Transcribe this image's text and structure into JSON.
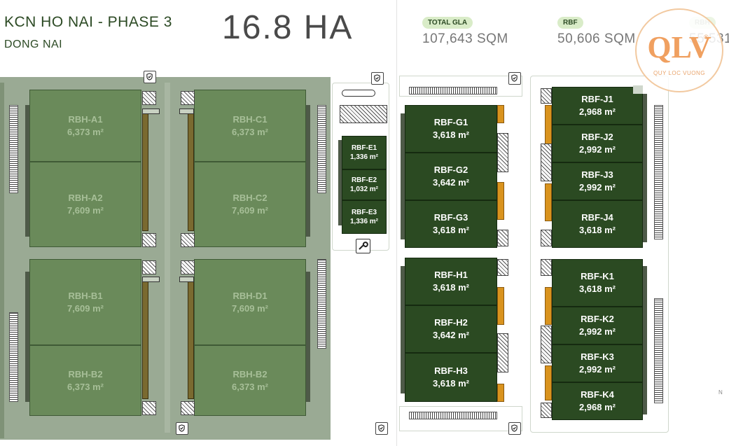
{
  "header": {
    "title": "KCN HO NAI - PHASE 3",
    "subtitle": "DONG NAI",
    "area": "16.8 HA"
  },
  "stats": [
    {
      "badge": "TOTAL GLA",
      "value": "107,643 SQM"
    },
    {
      "badge": "RBF",
      "value": "50,606 SQM"
    },
    {
      "badge": "RBH",
      "value": "55,531"
    }
  ],
  "logo": {
    "text": "QLV",
    "sub": "QUY LOC VUONG",
    "reg": "®"
  },
  "compass": "N",
  "colors": {
    "rbh": "#6a8a5a",
    "rbf": "#2b4a22",
    "accent_orange": "#d9931e",
    "olive": "#7a6a30",
    "site": "#9aaa94"
  },
  "icons": {
    "security": "shield-icon",
    "maintenance": "wrench-icon"
  },
  "rbh_units": [
    {
      "name": "RBH-A1",
      "area": "6,373 m²"
    },
    {
      "name": "RBH-A2",
      "area": "7,609 m²"
    },
    {
      "name": "RBH-C1",
      "area": "6,373 m²"
    },
    {
      "name": "RBH-C2",
      "area": "7,609 m²"
    },
    {
      "name": "RBH-B1",
      "area": "7,609 m²"
    },
    {
      "name": "RBH-B2",
      "area": "6,373 m²"
    },
    {
      "name": "RBH-D1",
      "area": "7,609 m²"
    },
    {
      "name": "RBH-B2",
      "area": "6,373 m²"
    }
  ],
  "rbf_e_units": [
    {
      "name": "RBF-E1",
      "area": "1,336 m²"
    },
    {
      "name": "RBF-E2",
      "area": "1,032 m²"
    },
    {
      "name": "RBF-E3",
      "area": "1,336 m²"
    }
  ],
  "rbf_units": [
    {
      "name": "RBF-G1",
      "area": "3,618 m²"
    },
    {
      "name": "RBF-G2",
      "area": "3,642 m²"
    },
    {
      "name": "RBF-G3",
      "area": "3,618 m²"
    },
    {
      "name": "RBF-H1",
      "area": "3,618 m²"
    },
    {
      "name": "RBF-H2",
      "area": "3,642 m²"
    },
    {
      "name": "RBF-H3",
      "area": "3,618 m²"
    },
    {
      "name": "RBF-J1",
      "area": "2,968 m²"
    },
    {
      "name": "RBF-J2",
      "area": "2,992 m²"
    },
    {
      "name": "RBF-J3",
      "area": "2,992 m²"
    },
    {
      "name": "RBF-J4",
      "area": "3,618 m²"
    },
    {
      "name": "RBF-K1",
      "area": "3,618 m²"
    },
    {
      "name": "RBF-K2",
      "area": "2,992 m²"
    },
    {
      "name": "RBF-K3",
      "area": "2,992 m²"
    },
    {
      "name": "RBF-K4",
      "area": "2,968 m²"
    }
  ]
}
